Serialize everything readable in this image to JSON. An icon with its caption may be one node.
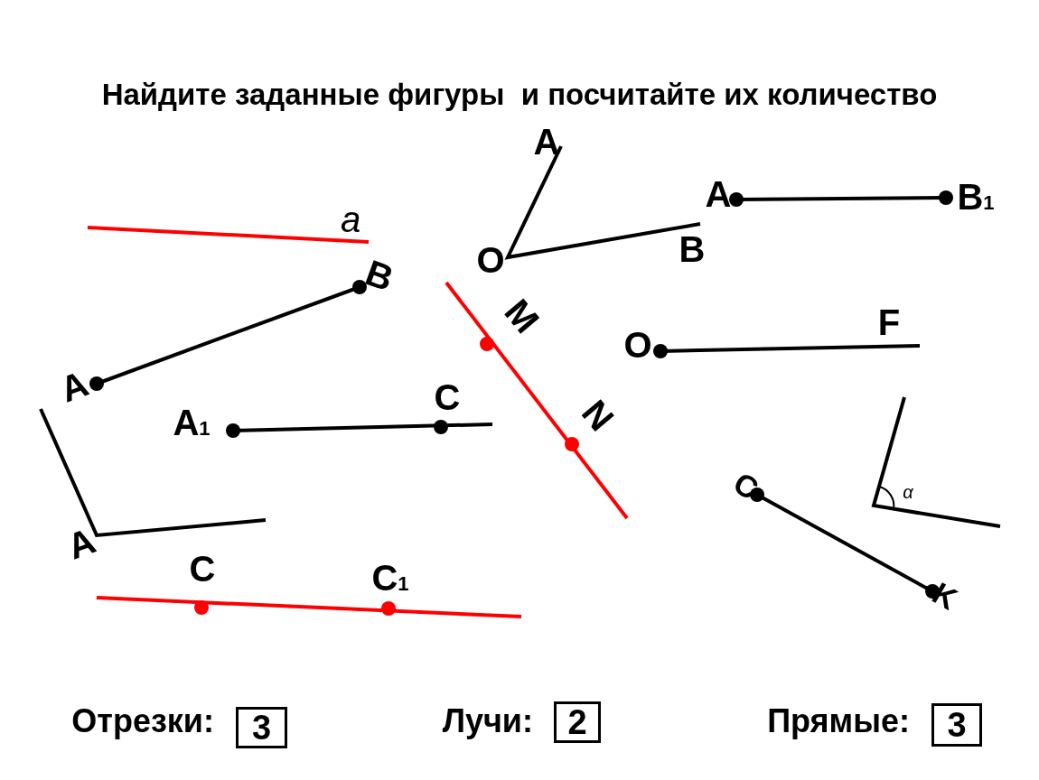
{
  "diagram": {
    "title": "Найдите заданные фигуры  и посчитайте их количество",
    "nodes": [
      {
        "text": [
          "3"
        ],
        "beside": [
          "Отрезки:"
        ]
      },
      {
        "text": [
          "2"
        ],
        "beside": [
          "Лучи:"
        ]
      },
      {
        "text": [
          "3"
        ],
        "beside": [
          "Прямые:"
        ]
      }
    ],
    "labels": [
      "A",
      "A",
      "B$_{1}$",
      "a",
      "O",
      "B",
      "B",
      "M",
      "F",
      "O",
      "A",
      "C",
      "A$_{1}$",
      "N",
      "C",
      "α",
      "A",
      "C",
      "C$_{1}$",
      "K"
    ]
  }
}
